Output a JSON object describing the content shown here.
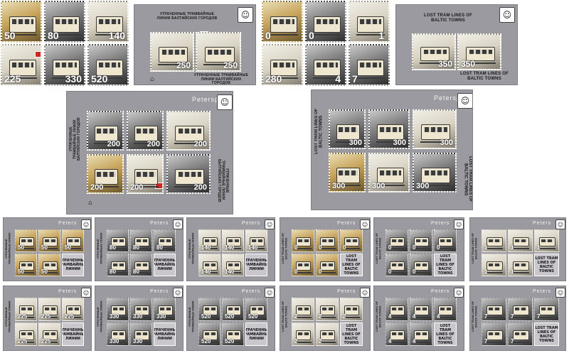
{
  "sheets": {
    "ru_block_values": [
      "50",
      "80",
      "140",
      "225",
      "330",
      "520"
    ],
    "ru_souvenir": {
      "title": "УТРАЧЕННЫЕ ТРАМВАЙНЫЕ ЛИНИИ БАЛТИЙСКИХ ГОРОДОВ",
      "values": [
        "250",
        "250"
      ]
    },
    "en_block_values": [
      "0",
      "0",
      "1",
      "280",
      "4",
      "7"
    ],
    "en_souvenir": {
      "title": "LOST TRAM LINES OF BALTIC TOWNS",
      "values": [
        "350",
        "350"
      ]
    },
    "ru_minisheet": {
      "name": "Petersp",
      "title": "УТРАЧЕННЫЕ ТРАМВАЙНЫЕ ЛИНИИ БАЛТИЙСКИХ ГОРОДОВ",
      "values": [
        "200",
        "200",
        "200",
        "200",
        "200",
        "200"
      ]
    },
    "en_minisheet": {
      "name": "Petersp",
      "title": "LOST TRAM LINES OF BALTIC TOWNS",
      "values": [
        "300",
        "300",
        "300",
        "300",
        "300",
        "300"
      ]
    },
    "small_sheet_name": "Peters",
    "small_ru_values": [
      "50",
      "80",
      "140",
      "225",
      "330",
      "520"
    ],
    "small_en_values": [
      "0",
      "0",
      "1",
      "2",
      "4",
      "7"
    ],
    "small_title_en": "LOST TRAM LINES OF BALTIC TOWNS",
    "small_title_ru": "УТРАЧЕННЫЕ ТРАМВАЙНЫЕ ЛИНИИ"
  },
  "colors": {
    "sheet": "#9b9aa0",
    "accent_red": "#d32424"
  },
  "icons": {
    "portrait": "portrait-icon",
    "logo": "publisher-logo-icon"
  }
}
